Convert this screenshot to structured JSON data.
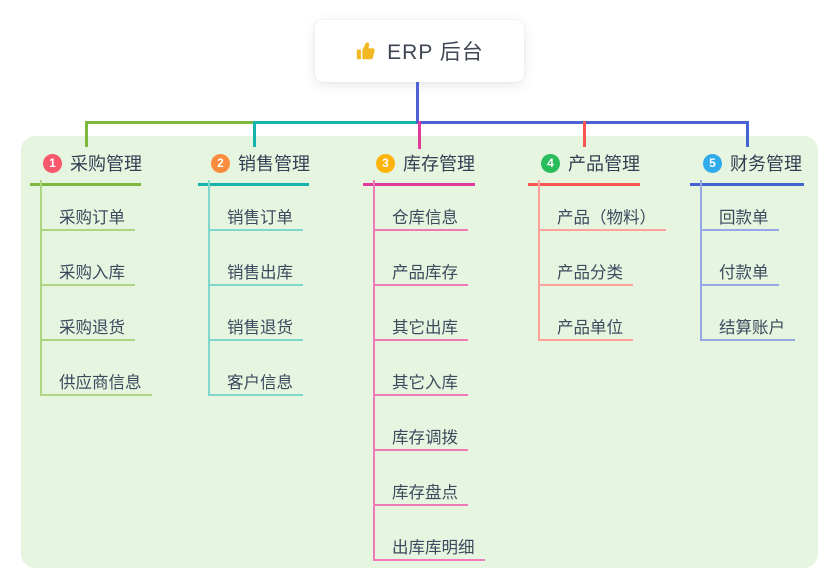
{
  "root": {
    "title": "ERP 后台",
    "icon": "thumbs-up-icon",
    "icon_color": "#f2b824"
  },
  "colors": {
    "page_bg": "#ffffff",
    "panel_bg": "#e6f5e0",
    "root_connector": "#4d63d4",
    "bus_segment_left": "#7cb83e",
    "bus_segment_middle": "#15b3ab",
    "bus_segment_right": "#4d63d4",
    "label_text": "#333f52",
    "child_text": "#3c4a5e"
  },
  "branches": [
    {
      "number": "1",
      "label": "采购管理",
      "badge_color": "#f7586c",
      "line_color": "#7cb83e",
      "child_line_color": "#aed581",
      "children": [
        "采购订单",
        "采购入库",
        "采购退货",
        "供应商信息"
      ]
    },
    {
      "number": "2",
      "label": "销售管理",
      "badge_color": "#fa8d3d",
      "line_color": "#15b3ab",
      "child_line_color": "#7fd8cb",
      "children": [
        "销售订单",
        "销售出库",
        "销售退货",
        "客户信息"
      ]
    },
    {
      "number": "3",
      "label": "库存管理",
      "badge_color": "#fdb30a",
      "line_color": "#e03a9a",
      "child_line_color": "#f07ab8",
      "children": [
        "仓库信息",
        "产品库存",
        "其它出库",
        "其它入库",
        "库存调拨",
        "库存盘点",
        "出库库明细"
      ]
    },
    {
      "number": "4",
      "label": "产品管理",
      "badge_color": "#2abd5c",
      "line_color": "#f95652",
      "child_line_color": "#ffa29c",
      "children": [
        "产品（物料）",
        "产品分类",
        "产品单位"
      ]
    },
    {
      "number": "5",
      "label": "财务管理",
      "badge_color": "#2fabec",
      "line_color": "#4463d3",
      "child_line_color": "#94a7e6",
      "children": [
        "回款单",
        "付款单",
        "结算账户"
      ]
    }
  ]
}
